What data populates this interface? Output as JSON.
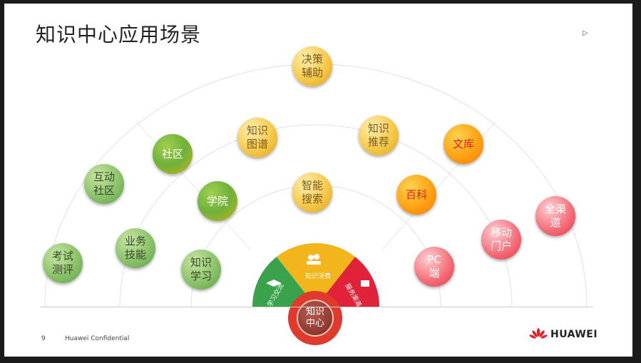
{
  "slide": {
    "title": "知识中心应用场景",
    "page_number": "9",
    "confidential": "Huawei Confidential",
    "brand": "HUAWEI"
  },
  "center": {
    "label": "知识\n中心",
    "segments": [
      {
        "label": "学习交流",
        "color": "#3aa24a"
      },
      {
        "label": "知识消费",
        "color": "#f2b51b"
      },
      {
        "label": "服务渠道",
        "color": "#e0233a"
      }
    ]
  },
  "bubbles": {
    "decision": "决策\n辅助",
    "graph": "知识\n图谱",
    "recommend": "知识\n推荐",
    "community": "社区",
    "wenku": "文库",
    "interactive": "互动\n社区",
    "academy": "学院",
    "search": "智能\n搜索",
    "baike": "百科",
    "allchannel": "全渠\n道",
    "mobile": "移动\n门户",
    "exam": "考试\n测评",
    "skills": "业务\n技能",
    "learning": "知识\n学习",
    "pc": "PC\n端"
  }
}
